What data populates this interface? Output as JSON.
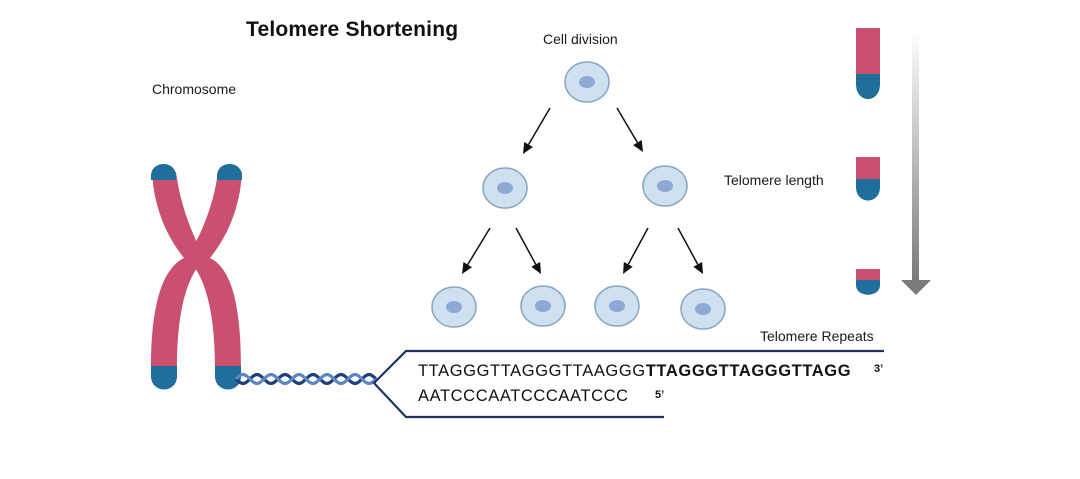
{
  "title": "Telomere Shortening",
  "labels": {
    "chromosome": "Chromosome",
    "cell_division": "Cell division",
    "telomere_length": "Telomere length",
    "telomere_repeats": "Telomere Repeats"
  },
  "sequence": {
    "top_plain": "TTAGGGTTAGGGTTAAGGG",
    "top_bold": "TTAGGGTTAGGGTTAGG",
    "top_end": "3’",
    "bottom": "AATCCCAATCCCAATCCC",
    "bottom_end": "5’"
  },
  "colors": {
    "chromatid": "#c9506f",
    "telomere": "#1f6e9c",
    "cell_fill": "#cfe0f1",
    "cell_border": "#8aa6c1",
    "nucleus": "#8ea9d3",
    "dna_dark": "#1d3f78",
    "dna_light": "#5b86c2",
    "bracket": "#22325e",
    "gradient_top": "#ffffff",
    "gradient_bottom": "#7a7a7a"
  }
}
